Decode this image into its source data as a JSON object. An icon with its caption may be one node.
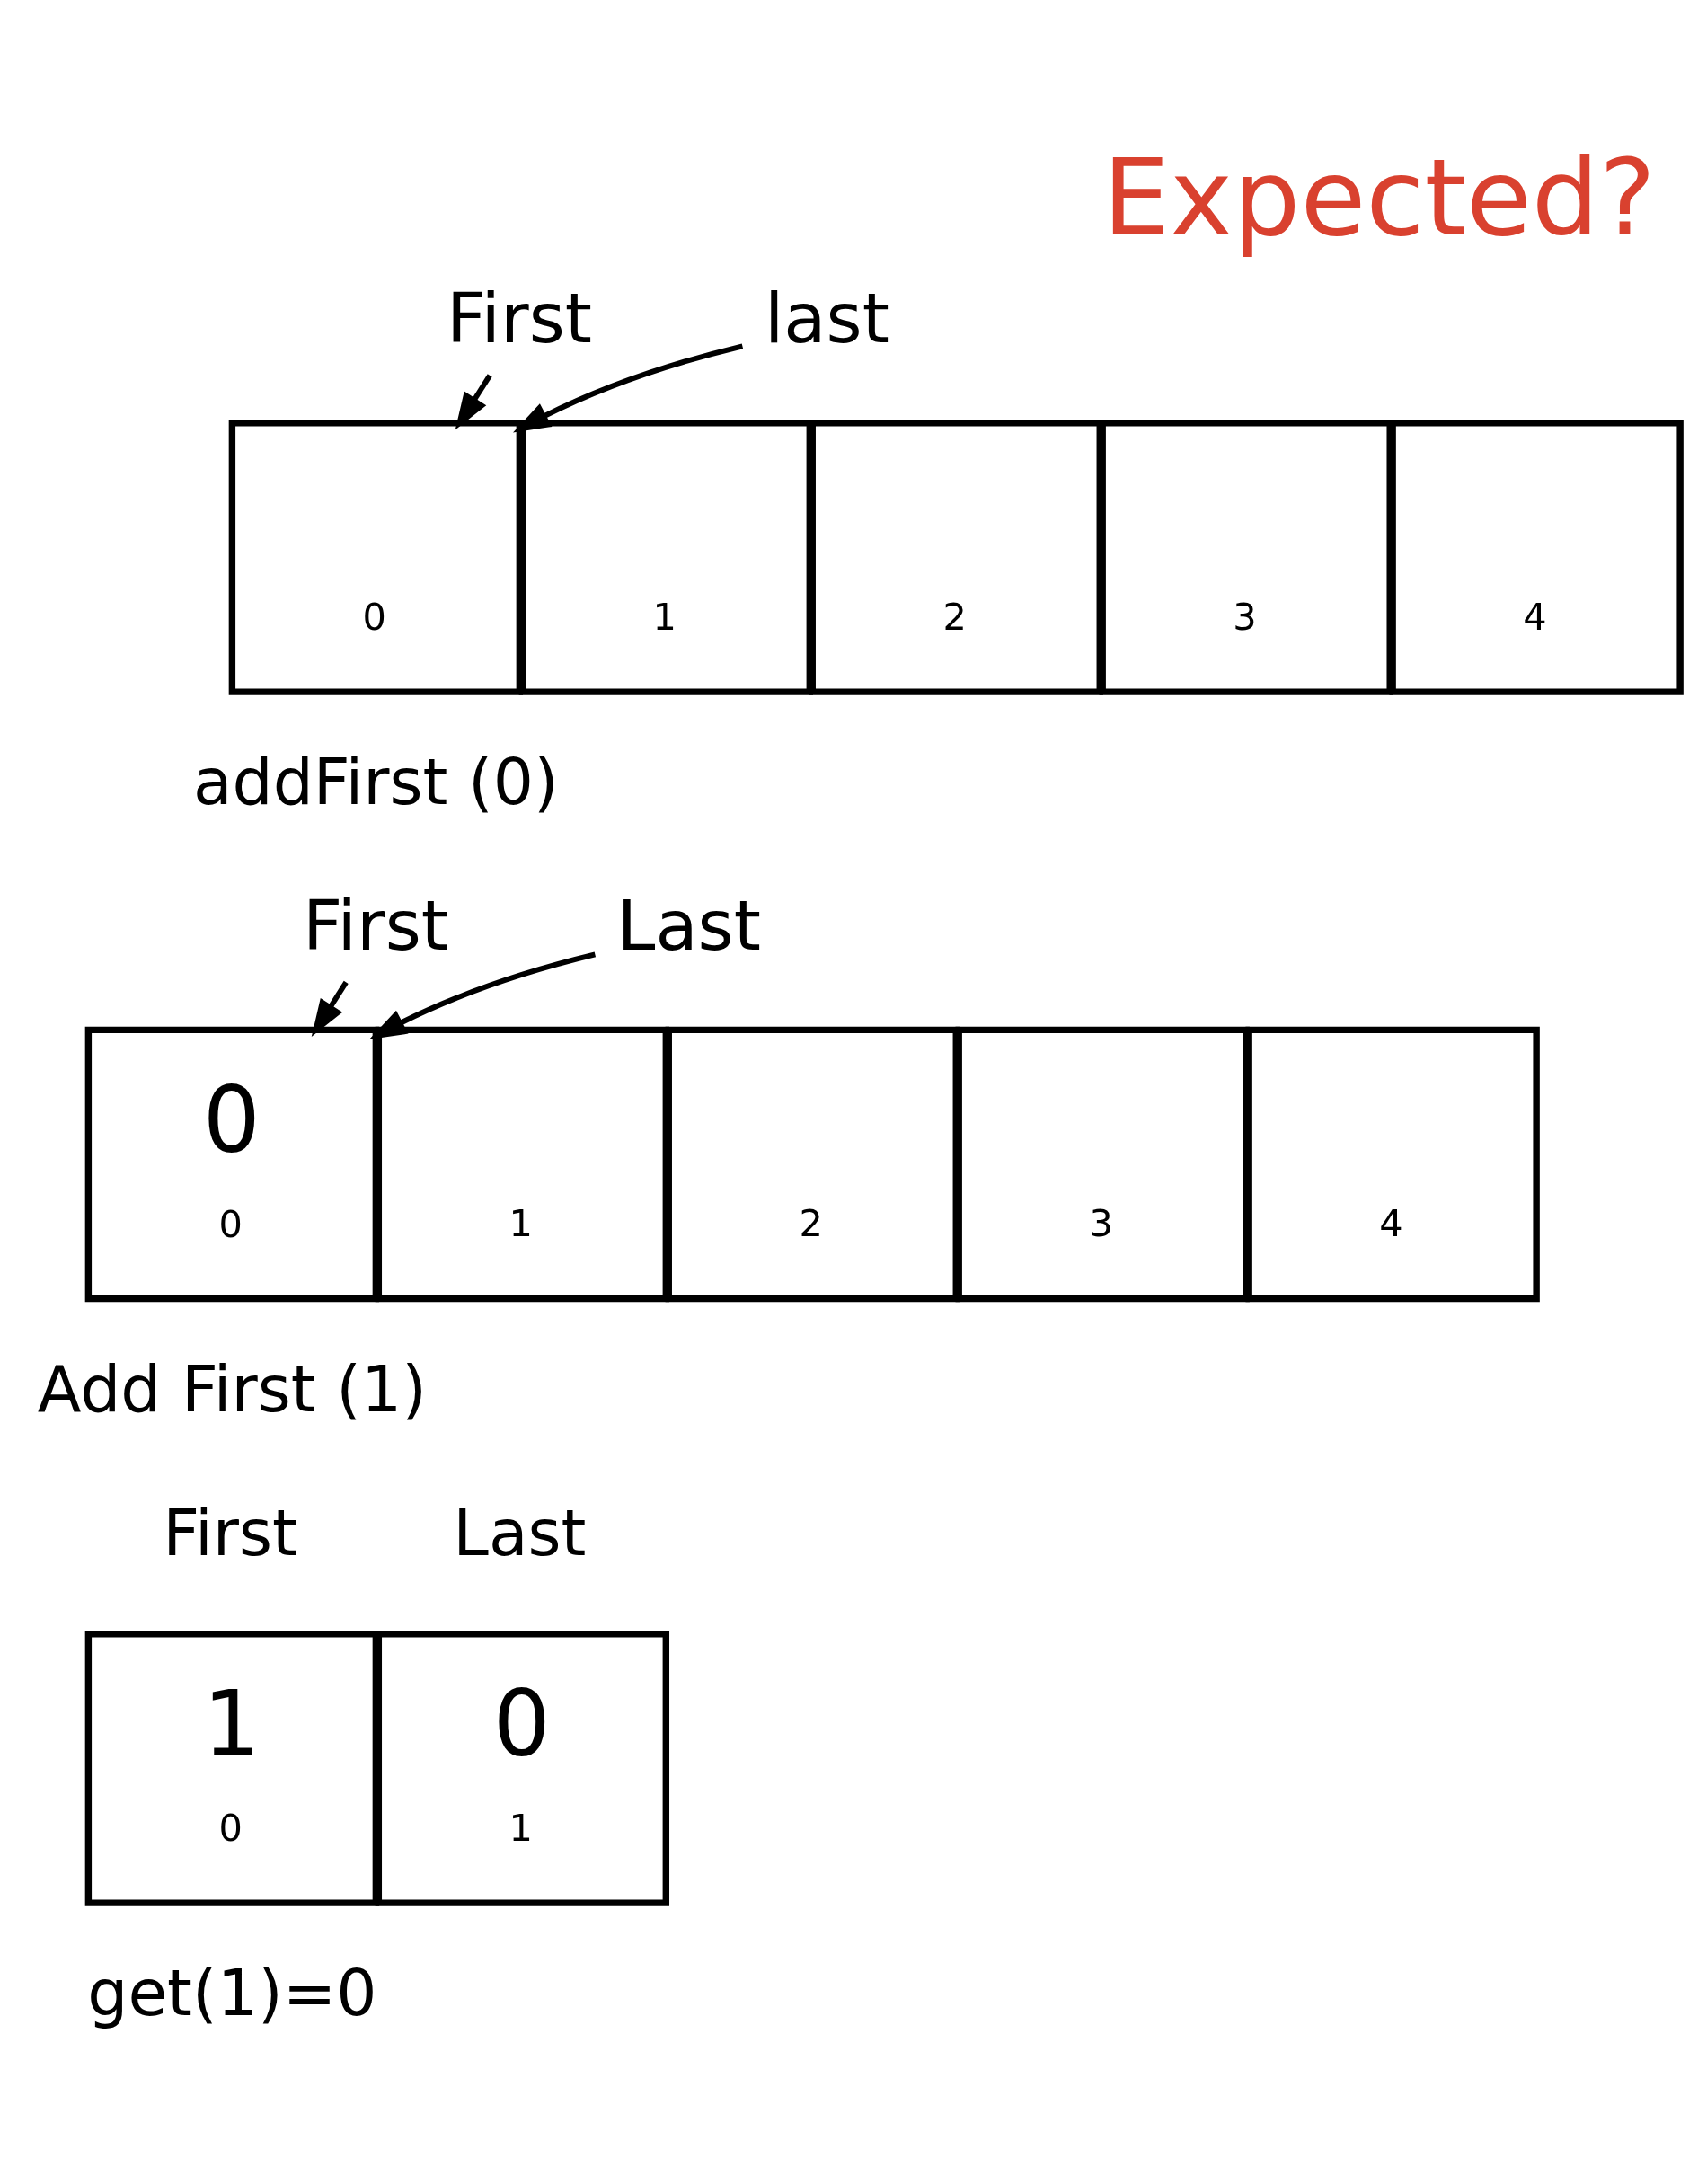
{
  "diagram": {
    "title": "Expected?",
    "nodes": [
      {
        "text": [
          "First"
        ]
      },
      {
        "text": [
          "last"
        ]
      },
      {
        "text": [
          "0"
        ]
      },
      {
        "text": [
          "1"
        ]
      },
      {
        "text": [
          "2"
        ]
      },
      {
        "text": [
          "3"
        ]
      },
      {
        "text": [
          "4"
        ]
      },
      {
        "text": [
          "First"
        ]
      },
      {
        "text": [
          "Last"
        ]
      },
      {
        "text": [
          "0",
          "0"
        ]
      },
      {
        "text": [
          "1"
        ]
      },
      {
        "text": [
          "2"
        ]
      },
      {
        "text": [
          "3"
        ]
      },
      {
        "text": [
          "4"
        ]
      },
      {
        "text": [
          "1",
          "0"
        ]
      },
      {
        "text": [
          "0",
          "1"
        ]
      }
    ],
    "edges": [
      {
        "from": 0,
        "to": 2,
        "arrow": "to"
      },
      {
        "from": 1,
        "to": 2,
        "arrow": "to"
      },
      {
        "from": 7,
        "to": 9,
        "arrow": "to"
      },
      {
        "from": 8,
        "to": 9,
        "arrow": "to"
      }
    ],
    "labels": [
      "addFirst (0)",
      "Add First (1)",
      "First",
      "Last",
      "get(1)=0"
    ]
  }
}
